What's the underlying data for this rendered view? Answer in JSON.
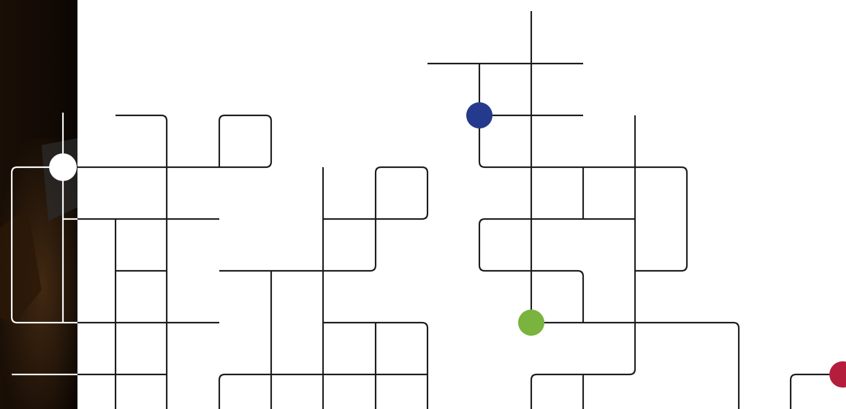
{
  "colors": {
    "background": "#ffffff",
    "line": "#1a1a1a",
    "line_on_photo": "#ffffff",
    "photo_dark": "#140c05",
    "photo_warm": "#3a2410",
    "node_white": "#ffffff",
    "node_blue": "#253a8c",
    "node_green": "#7ab33d",
    "node_red": "#b51d3c"
  },
  "nodes": [
    {
      "name": "node-white",
      "color_key": "node_white"
    },
    {
      "name": "node-blue",
      "color_key": "node_blue"
    },
    {
      "name": "node-green",
      "color_key": "node_green"
    },
    {
      "name": "node-red",
      "color_key": "node_red"
    }
  ]
}
